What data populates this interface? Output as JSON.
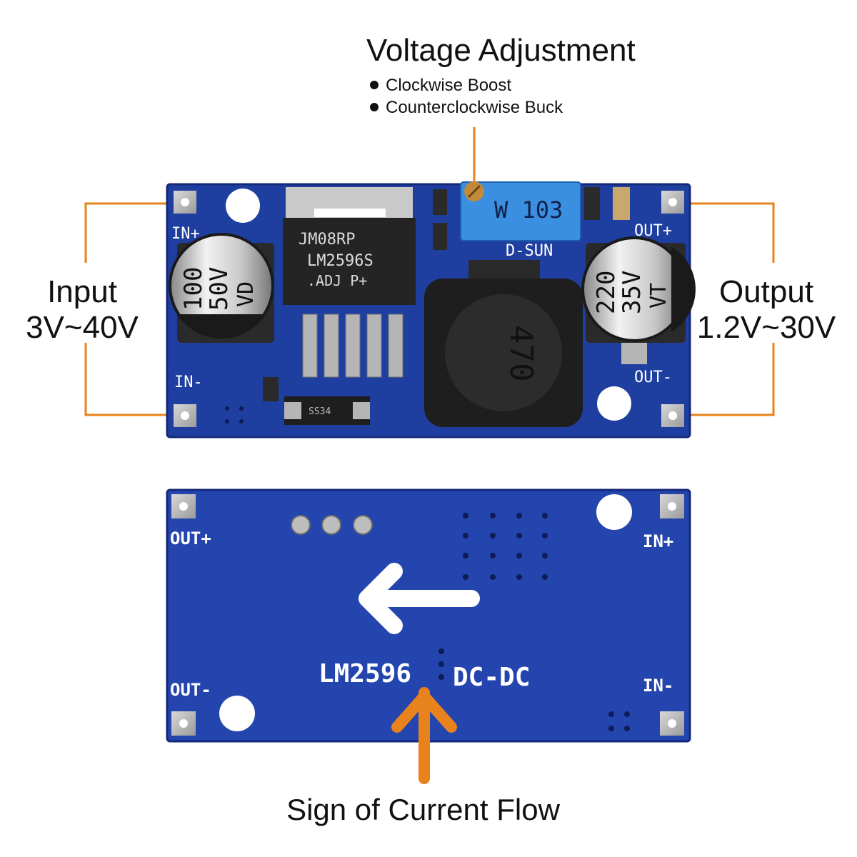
{
  "annotations": {
    "title": "Voltage Adjustment",
    "bullets": [
      "Clockwise Boost",
      "Counterclockwise Buck"
    ],
    "input_label": "Input",
    "input_range": "3V~40V",
    "output_label": "Output",
    "output_range": "1.2V~30V",
    "bottom_caption": "Sign of Current Flow"
  },
  "board_front": {
    "pins": {
      "in_plus": "IN+",
      "in_minus": "IN-",
      "out_plus": "OUT+",
      "out_minus": "OUT-"
    },
    "ic_lines": [
      "JM08RP",
      "LM2596S",
      ".ADJ   P+"
    ],
    "cap_in_lines": [
      "100",
      "50V",
      "VD"
    ],
    "cap_out_lines": [
      "220",
      "35V",
      "VT"
    ],
    "pot_text": "W 103",
    "brand": "D-SUN",
    "diode": "SS34",
    "inductor": "470"
  },
  "board_back": {
    "pins": {
      "out_plus": "OUT+",
      "out_minus": "OUT-",
      "in_plus": "IN+",
      "in_minus": "IN-"
    },
    "chip": "LM2596",
    "type": "DC-DC"
  },
  "colors": {
    "pcb": "#1f3fa0",
    "pcb_dark": "#14287a",
    "accent_orange": "#e8821c",
    "silk": "#ffffff"
  }
}
